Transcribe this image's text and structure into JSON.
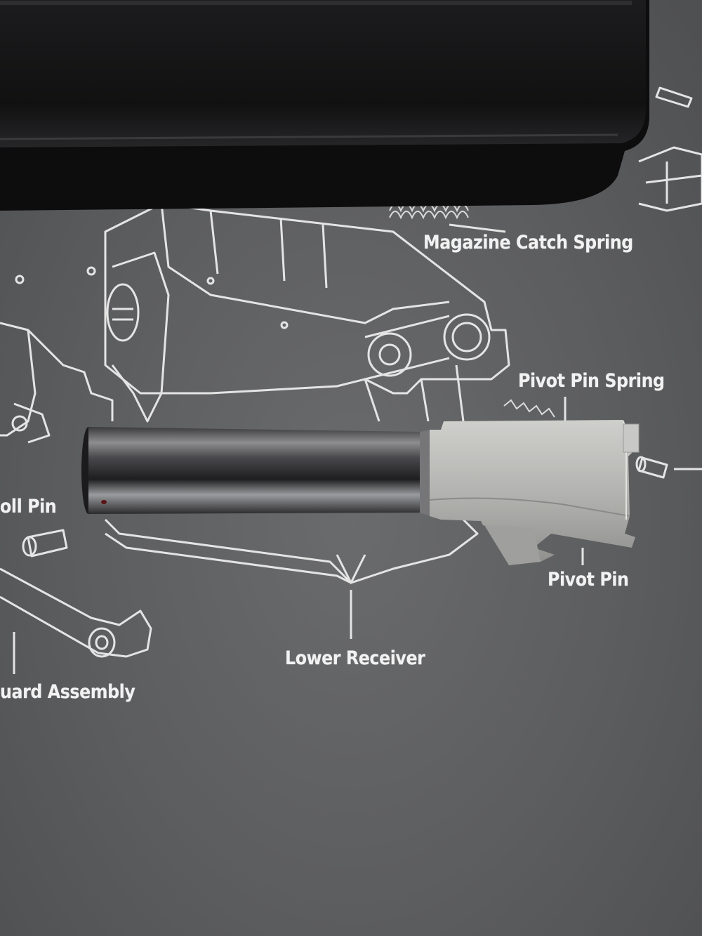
{
  "labels": {
    "magazine_catch_spring": "Magazine Catch Spring",
    "pivot_pin_spring": "Pivot Pin Spring",
    "roll_pin": "oll Pin",
    "pivot_pin": "Pivot Pin",
    "lower_receiver": "Lower Receiver",
    "guard_assembly": "uard Assembly"
  },
  "colors": {
    "mat": "#5f6062",
    "line_art": "#e8e8e8",
    "case": "#151516",
    "barrel_steel": "#b9b9b7",
    "barrel_dark": "#2a2a2c"
  }
}
